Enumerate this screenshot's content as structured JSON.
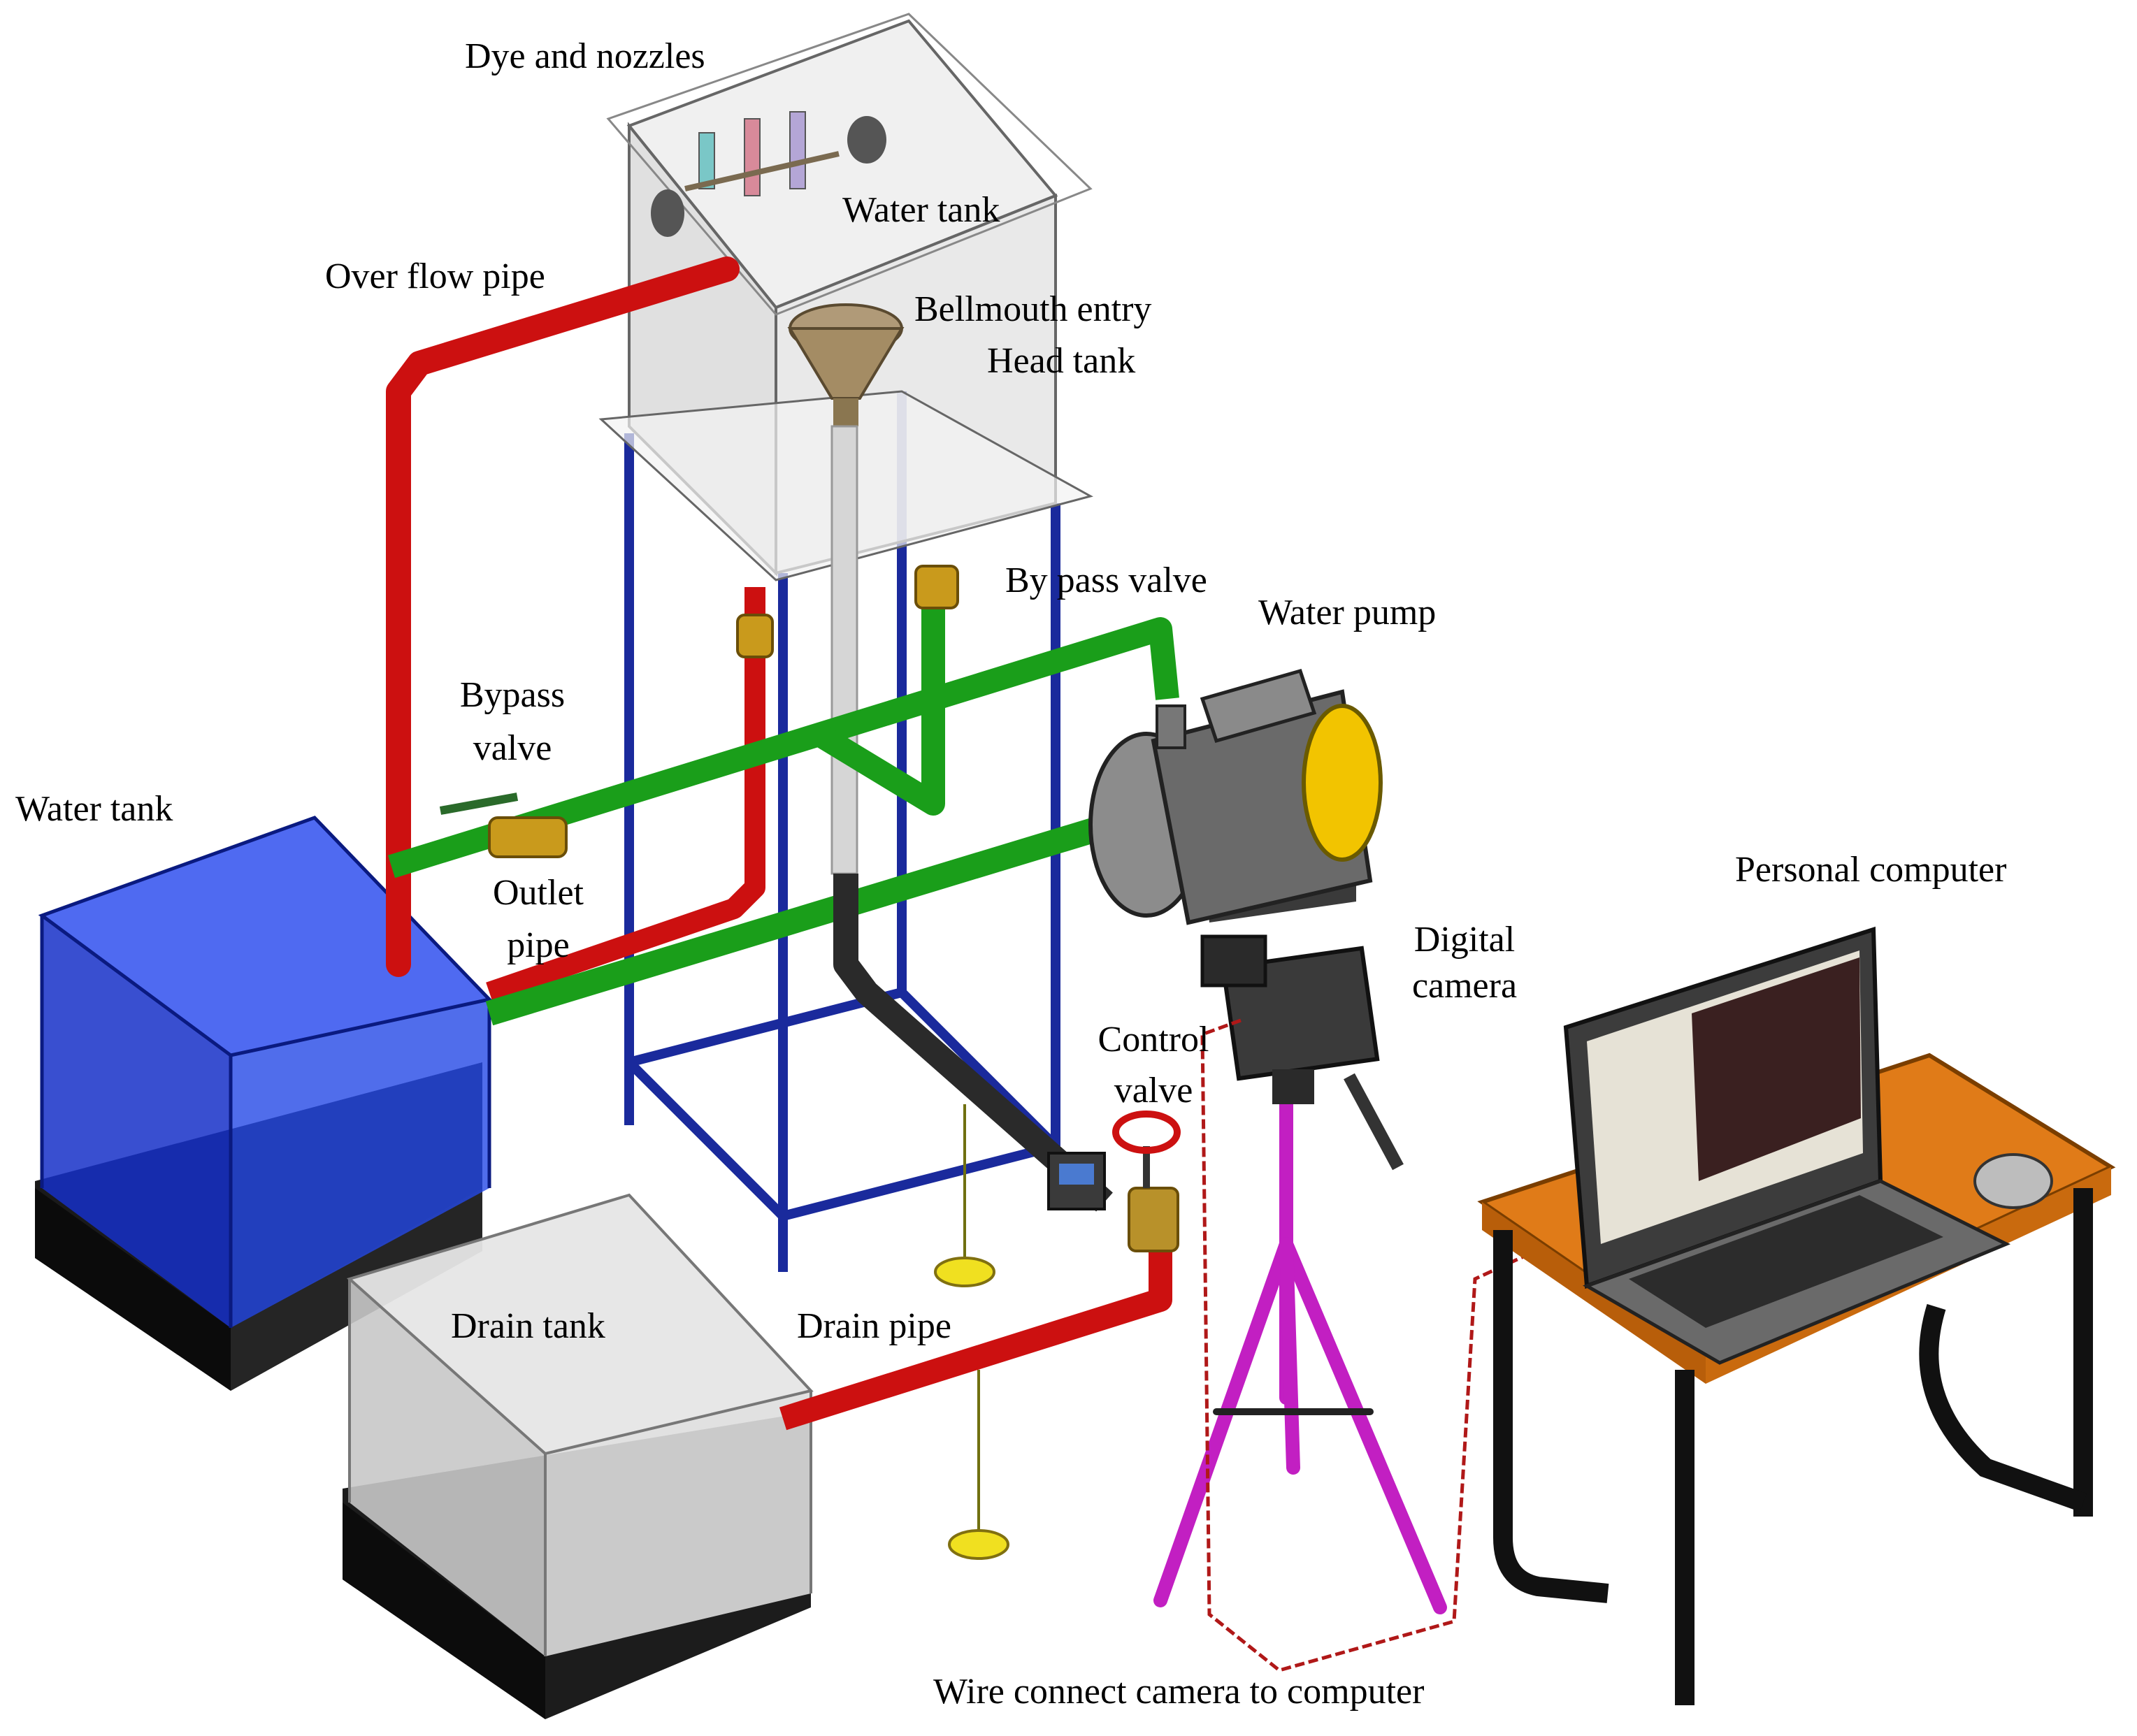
{
  "labels": {
    "dye_nozzles": "Dye and nozzles",
    "water_tank_top": "Water tank",
    "overflow_pipe": "Over flow pipe",
    "bellmouth": "Bellmouth entry",
    "head_tank": "Head tank",
    "bypass_valve_right": "By pass valve",
    "water_pump": "Water pump",
    "bypass_valve_left_1": "Bypass",
    "bypass_valve_left_2": "valve",
    "water_tank_left": "Water tank",
    "outlet_pipe_1": "Outlet",
    "outlet_pipe_2": "pipe",
    "digital_camera_1": "Digital",
    "digital_camera_2": "camera",
    "personal_computer": "Personal computer",
    "control_valve_1": "Control",
    "control_valve_2": "valve",
    "drain_tank": "Drain tank",
    "drain_pipe": "Drain pipe",
    "wire": "Wire connect camera to computer"
  },
  "colors": {
    "water_tank_blue": "#1d3fd6",
    "pipe_red": "#cc1010",
    "pipe_green": "#1a9e1a",
    "frame_blue": "#1a2a9c",
    "tripod_magenta": "#c21fc2",
    "desk_orange": "#e07b18",
    "motor_yellow": "#f2c400",
    "wire_red": "#b01818"
  }
}
